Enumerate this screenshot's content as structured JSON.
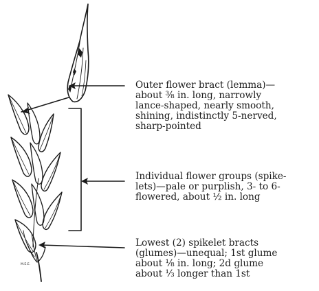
{
  "annotations": {
    "lemma": "Outer flower bract (lemma)—\nabout ⅜ in. long, narrowly\nlance-shaped, nearly smooth,\nshining, indistinctly 5-nerved,\nsharp-pointed",
    "spikelets": "Individual flower groups (spike-\nlets)—pale or purplish, 3- to 6-\nflowered, about ½ in. long",
    "glumes": "Lowest (2) spikelet bracts\n(glumes)—unequal; 1st glume\nabout ⅛ in. long; 2d glume\nabout ⅓ longer than 1st"
  },
  "artist_mark": "M.E.E."
}
